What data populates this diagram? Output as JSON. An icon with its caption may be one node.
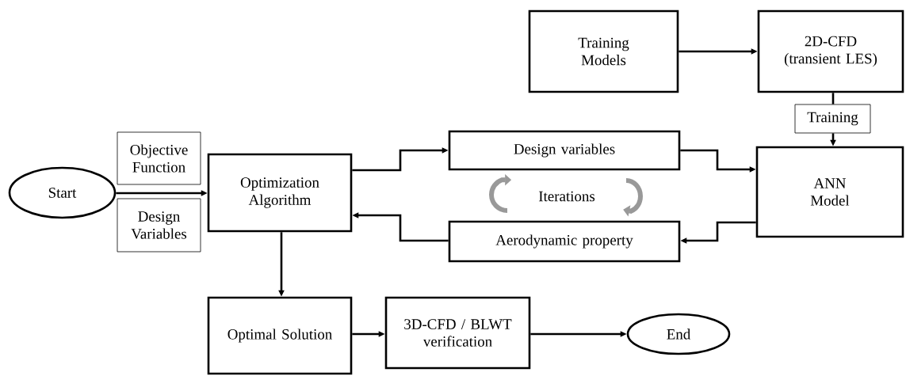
{
  "diagram": {
    "nodes": [
      {
        "text": [
          "Start"
        ]
      },
      {
        "text": [
          "Objective Function"
        ]
      },
      {
        "text": [
          "Design Variables"
        ]
      },
      {
        "text": [
          "Optimization Algorithm"
        ]
      },
      {
        "text": [
          "Training Models"
        ]
      },
      {
        "text": [
          "2D-CFD (transient LES)"
        ]
      },
      {
        "text": [
          "Training"
        ]
      },
      {
        "text": [
          "Design variables"
        ]
      },
      {
        "text": [
          "ANN Model"
        ]
      },
      {
        "text": [
          "Aerodynamic property"
        ]
      },
      {
        "text": [
          "Optimal Solution"
        ]
      },
      {
        "text": [
          "3D-CFD / BLWT verification"
        ]
      },
      {
        "text": [
          "End"
        ]
      }
    ],
    "edges": [
      {
        "from": 0,
        "to": 3,
        "arrow": "to"
      },
      {
        "from": 4,
        "to": 5,
        "arrow": "to"
      },
      {
        "from": 5,
        "to": 6,
        "arrow": "none"
      },
      {
        "from": 6,
        "to": 8,
        "arrow": "to"
      },
      {
        "from": 3,
        "to": 7,
        "arrow": "to"
      },
      {
        "from": 7,
        "to": 8,
        "arrow": "to"
      },
      {
        "from": 8,
        "to": 9,
        "arrow": "to"
      },
      {
        "from": 9,
        "to": 3,
        "arrow": "to"
      },
      {
        "from": 3,
        "to": 10,
        "arrow": "to"
      },
      {
        "from": 10,
        "to": 11,
        "arrow": "to"
      },
      {
        "from": 11,
        "to": 12,
        "arrow": "to"
      }
    ],
    "labels": [
      "Iterations"
    ]
  }
}
